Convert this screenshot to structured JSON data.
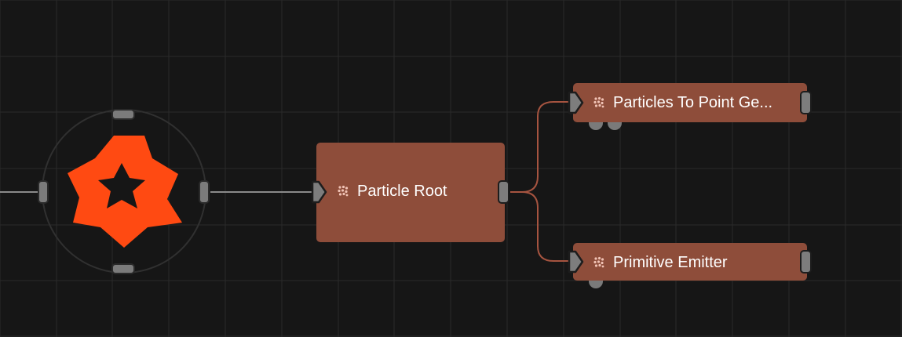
{
  "canvas": {
    "background": "#161616",
    "grid_color": "#2a2a2a",
    "wire_color_gray": "#8a8a8a",
    "wire_color_copper": "#a65440",
    "node_color": "#8e4d3a",
    "port_color": "#7b7b7b"
  },
  "root_node": {
    "icon": "particle-system-icon",
    "logo": "star-gear-logo-icon",
    "logo_color": "#ff4a12"
  },
  "nodes": [
    {
      "id": "particle-root",
      "label": "Particle Root",
      "icon": "particle-icon"
    },
    {
      "id": "particles-to-point-geometry",
      "label": "Particles To Point Ge...",
      "icon": "particle-icon"
    },
    {
      "id": "primitive-emitter",
      "label": "Primitive Emitter",
      "icon": "particle-icon"
    }
  ]
}
